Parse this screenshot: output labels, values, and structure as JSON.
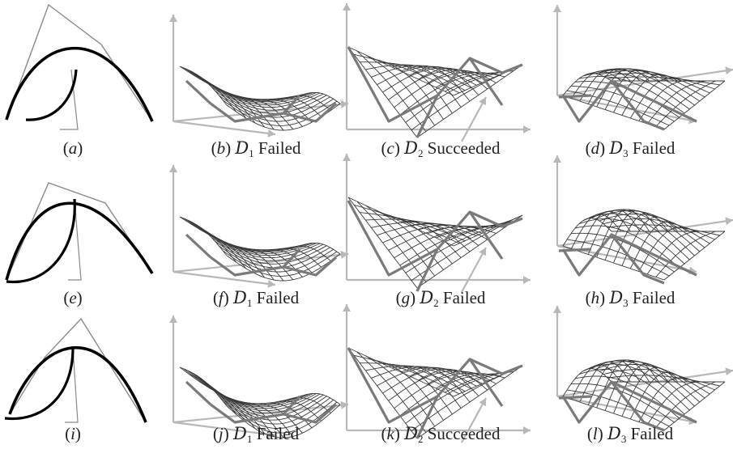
{
  "panels": [
    {
      "letter": "a",
      "kind": "curve",
      "label": "",
      "sub": "",
      "status": "",
      "variant": 0
    },
    {
      "letter": "b",
      "kind": "surface",
      "label": "D",
      "sub": "1",
      "status": "Failed",
      "variant": 0
    },
    {
      "letter": "c",
      "kind": "surface",
      "label": "D",
      "sub": "2",
      "status": "Succeeded",
      "variant": 0
    },
    {
      "letter": "d",
      "kind": "surface",
      "label": "D",
      "sub": "3",
      "status": "Failed",
      "variant": 0
    },
    {
      "letter": "e",
      "kind": "curve",
      "label": "",
      "sub": "",
      "status": "",
      "variant": 1
    },
    {
      "letter": "f",
      "kind": "surface",
      "label": "D",
      "sub": "1",
      "status": "Failed",
      "variant": 1
    },
    {
      "letter": "g",
      "kind": "surface",
      "label": "D",
      "sub": "2",
      "status": "Failed",
      "variant": 1
    },
    {
      "letter": "h",
      "kind": "surface",
      "label": "D",
      "sub": "3",
      "status": "Failed",
      "variant": 1
    },
    {
      "letter": "i",
      "kind": "curve",
      "label": "",
      "sub": "",
      "status": "",
      "variant": 2
    },
    {
      "letter": "j",
      "kind": "surface",
      "label": "D",
      "sub": "1",
      "status": "Failed",
      "variant": 2
    },
    {
      "letter": "k",
      "kind": "surface",
      "label": "D",
      "sub": "2",
      "status": "Succeeded",
      "variant": 2
    },
    {
      "letter": "l",
      "kind": "surface",
      "label": "D",
      "sub": "3",
      "status": "Failed",
      "variant": 2
    }
  ],
  "colors": {
    "curve": "#000000",
    "polygon": "#8a8a8a",
    "mesh": "#3a3a3a",
    "cage": "#7a7a7a",
    "axis": "#b8b8b8"
  }
}
